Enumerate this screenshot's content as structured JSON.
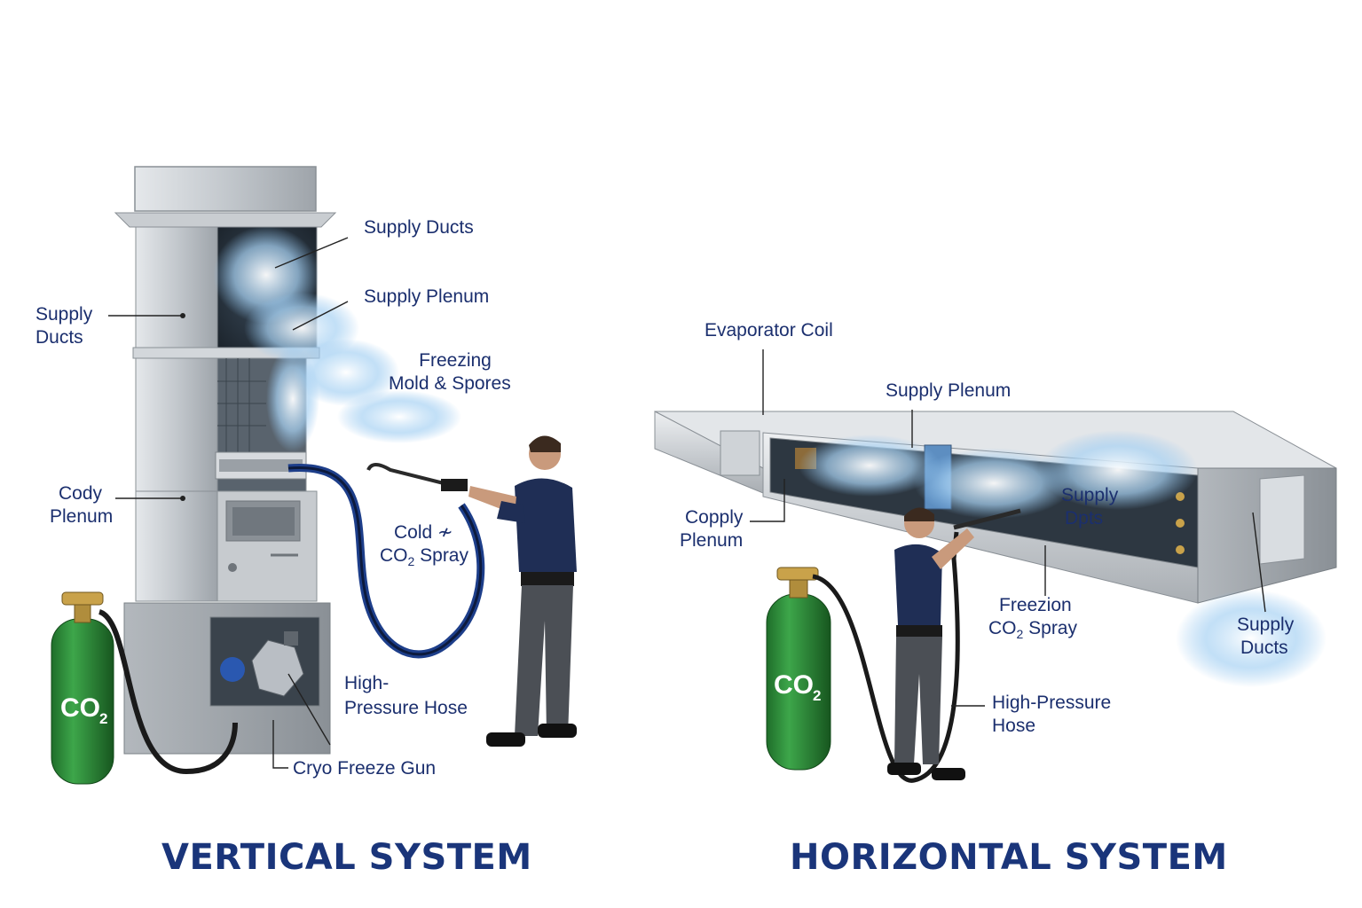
{
  "vertical": {
    "title": "VERTICAL SYSTEM",
    "labels": {
      "supply_ducts_top": "Supply Ducts",
      "supply_plenum": "Supply Plenum",
      "supply_ducts_left_1": "Supply",
      "supply_ducts_left_2": "Ducts",
      "freezing_1": "Freezing",
      "freezing_2": "Mold & Spores",
      "cody_plenum_1": "Cody",
      "cody_plenum_2": "Plenum",
      "cold_spray_1": "Cold ≁",
      "cold_spray_co": "CO",
      "cold_spray_sub": "2",
      "cold_spray_rest": " Spray",
      "hose_1": "High-",
      "hose_2": "Pressure Hose",
      "gun": "Cryo Freeze Gun"
    },
    "tank": {
      "co": "CO",
      "sub": "2"
    }
  },
  "horizontal": {
    "title": "HORIZONTAL SYSTEM",
    "labels": {
      "evaporator_coil": "Evaporator Coil",
      "supply_plenum": "Supply Plenum",
      "coply_plenum_1": "Copply",
      "coply_plenum_2": "Plenum",
      "supply_dpts_1": "Supply",
      "supply_dpts_2": "Dpts",
      "freezion_1": "Freezion",
      "freezion_co": "CO",
      "freezion_sub": "2",
      "freezion_rest": " Spray",
      "supply_ducts_1": "Supply",
      "supply_ducts_2": "Ducts",
      "hose_1": "High-Pressure",
      "hose_2": "Hose"
    },
    "tank": {
      "co": "CO",
      "sub": "2"
    }
  },
  "colors": {
    "label_text": "#1b2f6e",
    "title_text": "#1a357a",
    "metal": "#b9bec4",
    "tank_green": "#2e8b3a",
    "worker_shirt": "#1f2e55",
    "hose_blue": "#1d3e8a",
    "frost": "#8fc3ee"
  }
}
